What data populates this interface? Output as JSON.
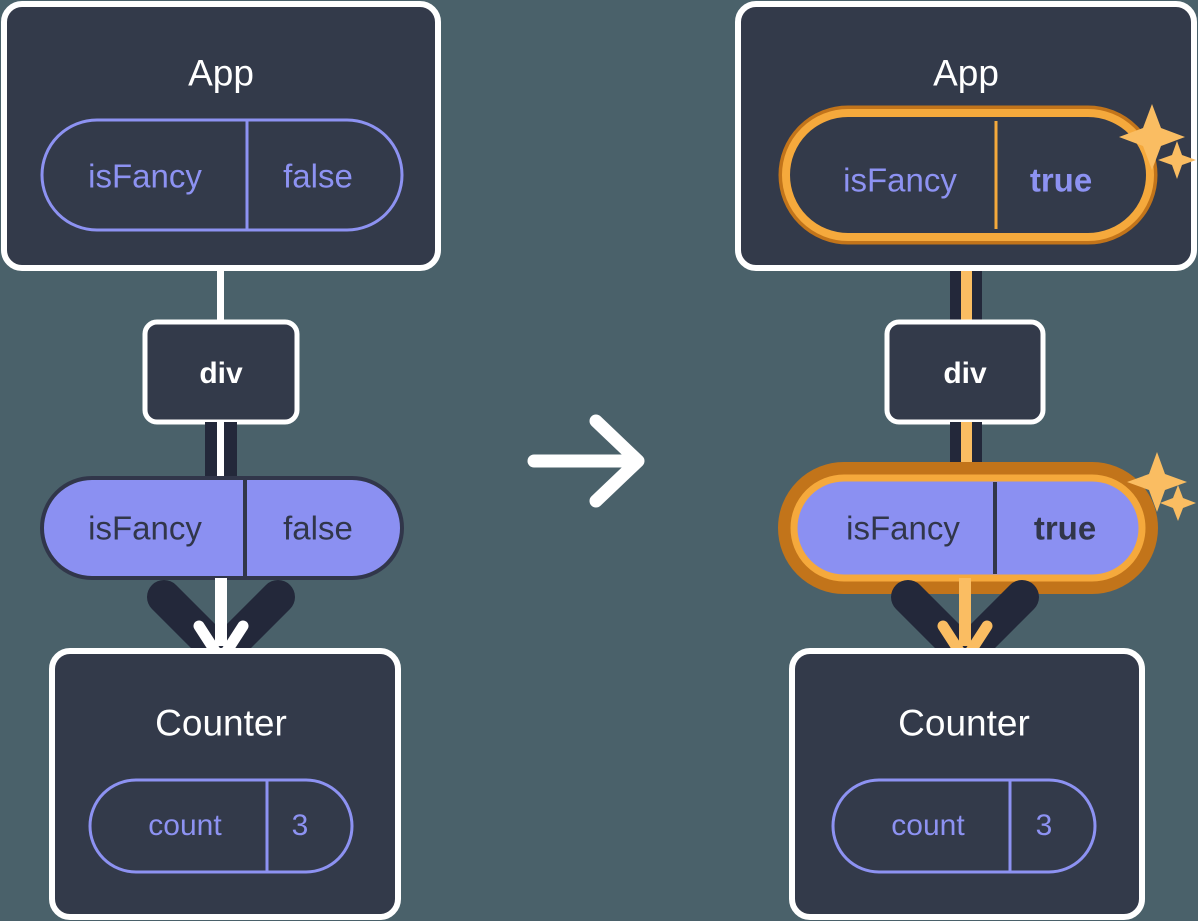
{
  "background_color": "#4a616a",
  "theme": {
    "box_fill": "#333a4a",
    "box_border": "#ffffff",
    "pill_outline_stroke": "#8d92f2",
    "pill_fill": "#8b90f2",
    "pill_fill_text": "#31364a",
    "connector_dark": "#23283a",
    "connector_light": "#ffffff",
    "highlight_outer": "#c2741a",
    "highlight_inner": "#f5a93c",
    "highlight_arrow": "#fabd62",
    "sparkle_color": "#fabd62"
  },
  "transition_arrow": {
    "icon": "arrow-right-icon",
    "color": "#ffffff"
  },
  "panels": [
    {
      "id": "before",
      "side": "left",
      "app": {
        "title": "App",
        "state_pill": {
          "key": "isFancy",
          "value": "false",
          "style": "outline",
          "highlighted": false,
          "value_bold": false
        }
      },
      "dom_node": {
        "title": "div"
      },
      "prop_pill": {
        "key": "isFancy",
        "value": "false",
        "style": "filled",
        "highlighted": false,
        "value_bold": false
      },
      "counter": {
        "title": "Counter",
        "state_pill": {
          "key": "count",
          "value": "3",
          "style": "outline",
          "highlighted": false,
          "value_bold": false
        }
      },
      "sparkles": false
    },
    {
      "id": "after",
      "side": "right",
      "app": {
        "title": "App",
        "state_pill": {
          "key": "isFancy",
          "value": "true",
          "style": "outline",
          "highlighted": true,
          "value_bold": true
        }
      },
      "dom_node": {
        "title": "div"
      },
      "prop_pill": {
        "key": "isFancy",
        "value": "true",
        "style": "filled",
        "highlighted": true,
        "value_bold": true
      },
      "counter": {
        "title": "Counter",
        "state_pill": {
          "key": "count",
          "value": "3",
          "style": "outline",
          "highlighted": false,
          "value_bold": false
        }
      },
      "sparkles": true
    }
  ]
}
